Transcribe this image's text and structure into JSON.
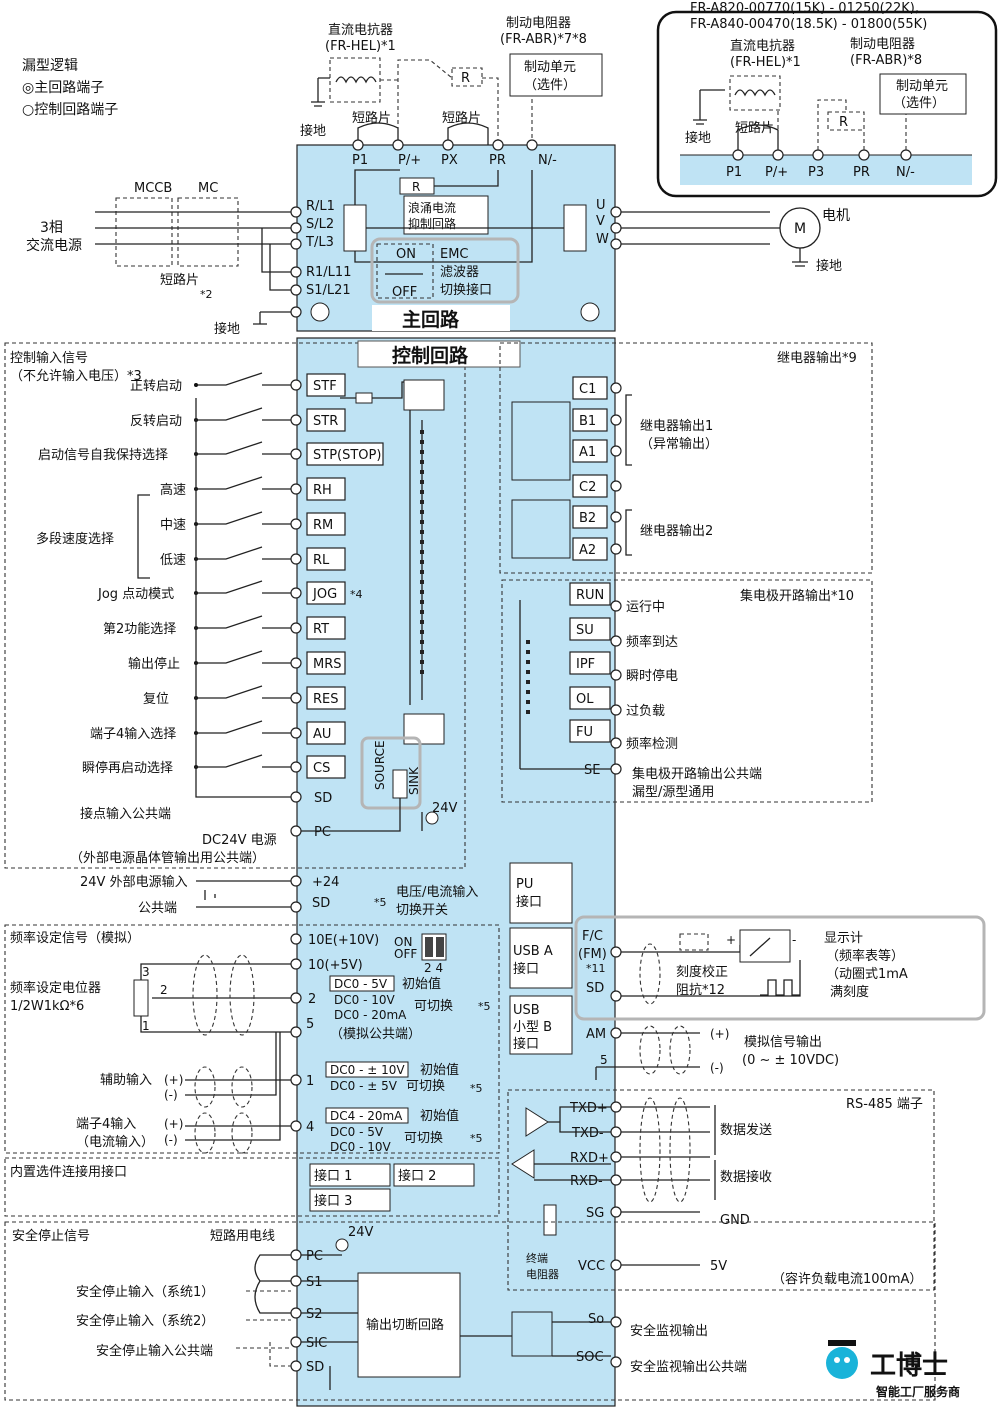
{
  "top_right_box": {
    "models": [
      "FR-A820-00770(15K) - 01250(22K),",
      "FR-A840-00470(18.5K) - 01800(55K)"
    ],
    "dc_reactor": [
      "直流电抗器",
      "(FR-HEL)*1"
    ],
    "brake_resistor": [
      "制动电阻器",
      "(FR-ABR)*8"
    ],
    "brake_unit": [
      "制动单元",
      "（选件）"
    ],
    "ground": "接地",
    "jumper": "短路片",
    "terminals": [
      "P1",
      "P/+",
      "P3",
      "PR",
      "N/-"
    ]
  },
  "legend": {
    "title": "漏型逻辑",
    "main": "◎主回路端子",
    "ctrl": "○控制回路端子"
  },
  "main_circuit": {
    "dc_reactor": [
      "直流电抗器",
      "(FR-HEL)*1"
    ],
    "brake_resistor": [
      "制动电阻器",
      "(FR-ABR)*7*8"
    ],
    "brake_unit": [
      "制动单元",
      "（选件）"
    ],
    "ground_top": "接地",
    "jumper_top": "短路片",
    "jumper_top2": "短路片",
    "top_terminals": [
      "P1",
      "P/+",
      "PX",
      "PR",
      "N/-"
    ],
    "r_label": "R",
    "inrush": [
      "浪涌电流",
      "抑制回路"
    ],
    "mccb": "MCCB",
    "mc": "MC",
    "power": [
      "3相",
      "交流电源"
    ],
    "jumper_left": "短路片",
    "jumper_note": "*2",
    "left_terminals": [
      "R/L1",
      "S/L2",
      "T/L3",
      "R1/L11",
      "S1/L21"
    ],
    "out_terminals": [
      "U",
      "V",
      "W"
    ],
    "motor": "M",
    "motor_label": "电机",
    "motor_ground": "接地",
    "emc": {
      "on": "ON",
      "off": "OFF",
      "label": [
        "EMC",
        "滤波器",
        "切换接口"
      ]
    },
    "ground_bottom": "接地",
    "title": "主回路"
  },
  "control": {
    "title": "控制回路",
    "input_header": [
      "控制输入信号",
      "（不允许输入电压）*3"
    ],
    "inputs": [
      {
        "term": "STF",
        "label": "正转启动"
      },
      {
        "term": "STR",
        "label": "反转启动"
      },
      {
        "term": "STP(STOP)",
        "label": "启动信号自我保持选择"
      },
      {
        "term": "RH",
        "label": "高速"
      },
      {
        "term": "RM",
        "label": "中速"
      },
      {
        "term": "RL",
        "label": "低速"
      },
      {
        "term": "JOG",
        "label": "Jog 点动模式"
      },
      {
        "term": "RT",
        "label": "第2功能选择"
      },
      {
        "term": "MRS",
        "label": "输出停止"
      },
      {
        "term": "RES",
        "label": "复位"
      },
      {
        "term": "AU",
        "label": "端子4输入选择"
      },
      {
        "term": "CS",
        "label": "瞬停再启动选择"
      }
    ],
    "multi_speed": "多段速度选择",
    "jog_note": "*4",
    "sd_label": "接点输入公共端",
    "sd_term": "SD",
    "pc_term": "PC",
    "pc_label": [
      "DC24V 电源",
      "（外部电源晶体管输出用公共端）"
    ],
    "source": "SOURCE",
    "sink": "SINK",
    "v24": "24V",
    "ext24_label": "24V 外部电源输入",
    "ext24_term": "+24",
    "common_label": "公共端",
    "common_term": "SD",
    "vi_switch": [
      "电压/电流输入",
      "切换开关"
    ],
    "vi_note": "*5"
  },
  "relay": {
    "header": "继电器输出*9",
    "terms1": [
      "C1",
      "B1",
      "A1"
    ],
    "label1": [
      "继电器输出1",
      "（异常输出）"
    ],
    "terms2": [
      "C2",
      "B2",
      "A2"
    ],
    "label2": "继电器输出2"
  },
  "open_collector": {
    "header": "集电极开路输出*10",
    "items": [
      {
        "term": "RUN",
        "label": "运行中"
      },
      {
        "term": "SU",
        "label": "频率到达"
      },
      {
        "term": "IPF",
        "label": "瞬时停电"
      },
      {
        "term": "OL",
        "label": "过负载"
      },
      {
        "term": "FU",
        "label": "频率检测"
      }
    ],
    "se": "SE",
    "se_label": [
      "集电极开路输出公共端",
      "漏型/源型通用"
    ]
  },
  "ports": {
    "pu": [
      "PU",
      "接口"
    ],
    "usba": [
      "USB A",
      "接口"
    ],
    "usbb": [
      "USB",
      "小型 B",
      "接口"
    ]
  },
  "freq": {
    "header": "频率设定信号（模拟）",
    "terms": [
      "10E(+10V)",
      "10(+5V)",
      "2",
      "5",
      "1",
      "4"
    ],
    "on": "ON",
    "off": "OFF",
    "sw_nums": "2  4",
    "pot": [
      "频率设定电位器",
      "1/2W1kΩ*6"
    ],
    "pot_pins": [
      "3",
      "2",
      "1"
    ],
    "t2_ranges": [
      "DC0 - 5V",
      "DC0 - 10V",
      "DC0 - 20mA"
    ],
    "init": "初始值",
    "switchable": "可切换",
    "note5": "*5",
    "analog_common": "（模拟公共端）",
    "aux": "辅助输入",
    "plus": "(+)",
    "minus": "(-)",
    "t1_ranges": [
      "DC0 - ± 10V",
      "DC0 - ± 5V"
    ],
    "t4_label": [
      "端子4输入",
      "（电流输入）"
    ],
    "t4_ranges": [
      "DC4 - 20mA",
      "DC0 - 5V",
      "DC0 - 10V"
    ]
  },
  "meter": {
    "terms": [
      "F/C",
      "(FM)",
      "*11",
      "SD"
    ],
    "resistor": [
      "刻度校正",
      "阻抗*12"
    ],
    "label": [
      "显示计",
      "（频率表等）",
      "（动圈式1mA",
      "满刻度"
    ],
    "plus": "+",
    "minus": "-"
  },
  "analog_out": {
    "term": "AM",
    "five": "5",
    "plus": "(+)",
    "minus": "(-)",
    "label": [
      "模拟信号输出",
      "(0 ~ ± 10VDC)"
    ]
  },
  "rs485": {
    "header": "RS-485 端子",
    "terms": [
      "TXD+",
      "TXD-",
      "RXD+",
      "RXD-",
      "SG",
      "VCC"
    ],
    "send": "数据发送",
    "recv": "数据接收",
    "gnd": "GND",
    "v5": "5V",
    "term_res": [
      "终端",
      "电阻器"
    ],
    "current": "（容许负载电流100mA）"
  },
  "options": {
    "header": "内置选件连接用接口",
    "ports": [
      "接口 1",
      "接口 2",
      "接口 3"
    ]
  },
  "safety": {
    "header": "安全停止信号",
    "short": "短路用电线",
    "v24": "24V",
    "terms": [
      "PC",
      "S1",
      "S2",
      "SIC",
      "SD"
    ],
    "labels": [
      "安全停止输入（系统1）",
      "安全停止输入（系统2）",
      "安全停止输入公共端"
    ],
    "cutoff": "输出切断回路",
    "so": "So",
    "soc": "SOC",
    "so_label": "安全监视输出",
    "soc_label": "安全监视输出公共端"
  },
  "brand": {
    "name": "工博士",
    "tagline": "智能工厂服务商"
  },
  "colors": {
    "panel": "#bfe3f4",
    "gray_box": "#b5b5b5"
  }
}
